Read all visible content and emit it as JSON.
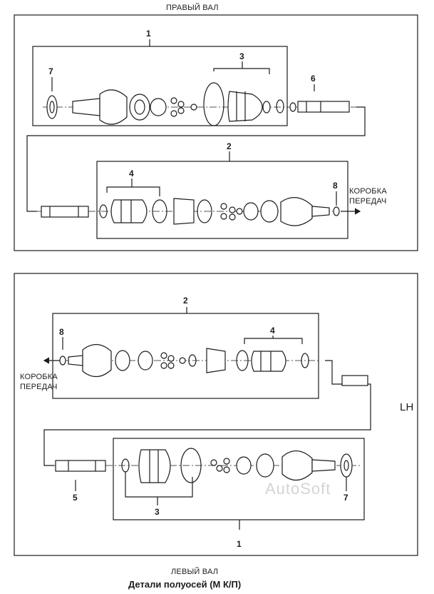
{
  "upper": {
    "title": "ПРАВЫЙ ВАЛ",
    "callouts": [
      "1",
      "7",
      "3",
      "6",
      "2",
      "4",
      "8"
    ],
    "gearbox_label_line1": "КОРОБКА",
    "gearbox_label_line2": "ПЕРЕДАЧ"
  },
  "lower": {
    "callouts": [
      "2",
      "8",
      "4",
      "5",
      "3",
      "7",
      "1"
    ],
    "gearbox_label_line1": "КОРОБКА",
    "gearbox_label_line2": "ПЕРЕДАЧ",
    "side_label": "LH",
    "title": "ЛЕВЫЙ ВАЛ"
  },
  "caption": "Детали полуосей (М К/П)",
  "watermark": "AutoSoft",
  "colors": {
    "line": "#1c1c1c",
    "shade": "#9a9a9a",
    "watermark": "#d4d4d4"
  }
}
